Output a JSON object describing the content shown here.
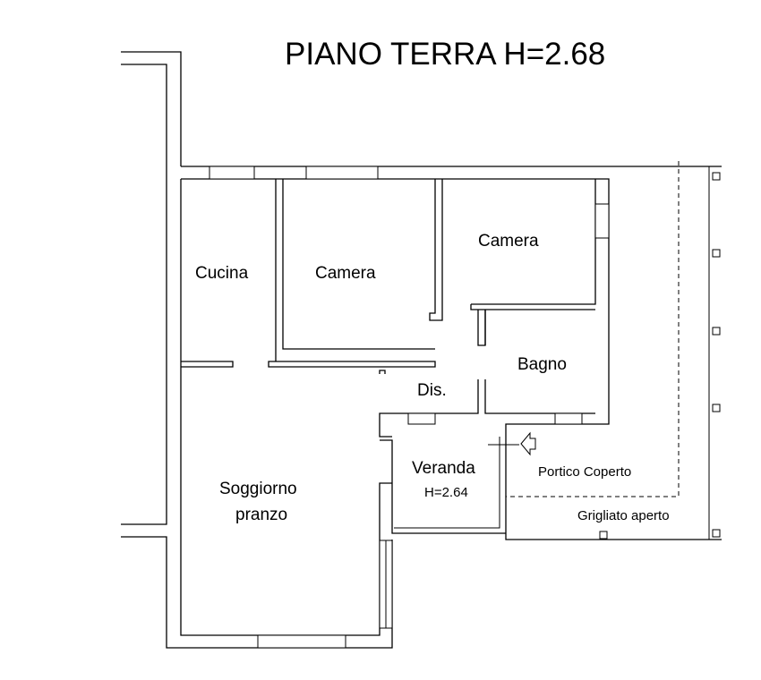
{
  "plan": {
    "title": "PIANO TERRA H=2.68",
    "rooms": {
      "cucina": "Cucina",
      "camera_left": "Camera",
      "camera_right": "Camera",
      "bagno": "Bagno",
      "disimpegno": "Dis.",
      "veranda": "Veranda",
      "veranda_height": "H=2.64",
      "soggiorno_line1": "Soggiorno",
      "soggiorno_line2": "pranzo"
    },
    "annotations": {
      "portico": "Portico Coperto",
      "grigliato": "Grigliato aperto"
    }
  }
}
